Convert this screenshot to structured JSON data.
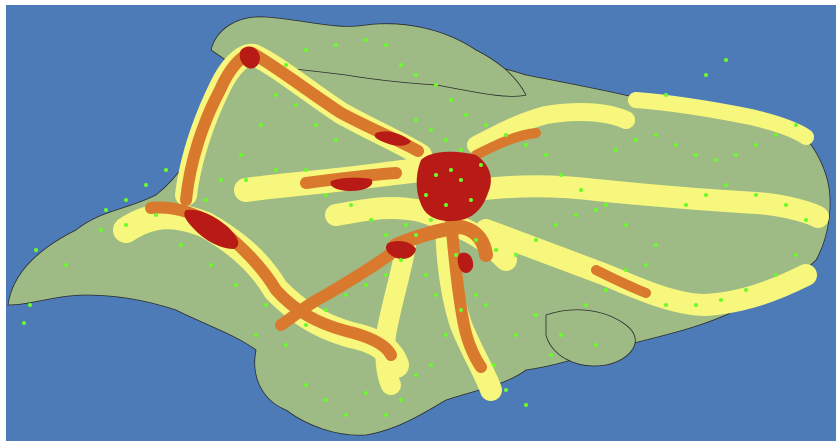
{
  "map": {
    "colors": {
      "background": "#4c7bb7",
      "low": "#9ebb85",
      "medium": "#f8f77d",
      "high": "#d9792e",
      "very_high": "#b81b15",
      "points": "#6bfa2a",
      "outline": "#2a2a2a"
    },
    "layers": [
      "background",
      "low-density",
      "medium-density",
      "high-density",
      "very-high-density",
      "point-locations"
    ],
    "legend": []
  }
}
